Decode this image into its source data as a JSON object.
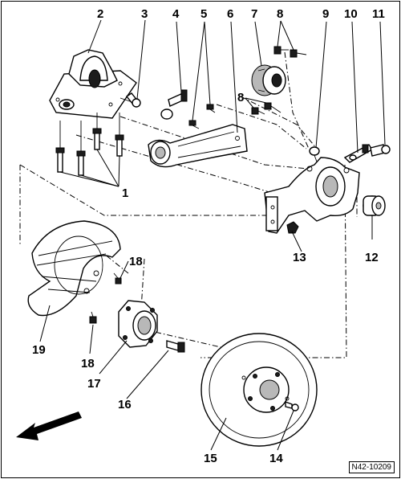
{
  "callouts": {
    "c1": "1",
    "c2": "2",
    "c3": "3",
    "c4": "4",
    "c5": "5",
    "c6": "6",
    "c7": "7",
    "c8a": "8",
    "c8b": "8",
    "c9": "9",
    "c10": "10",
    "c11": "11",
    "c12": "12",
    "c13": "13",
    "c14": "14",
    "c15": "15",
    "c16": "16",
    "c17": "17",
    "c18a": "18",
    "c18b": "18",
    "c19": "19"
  },
  "figure_id": "N42-10209",
  "icons": {
    "direction_arrow": "arrow-left-down-icon"
  }
}
